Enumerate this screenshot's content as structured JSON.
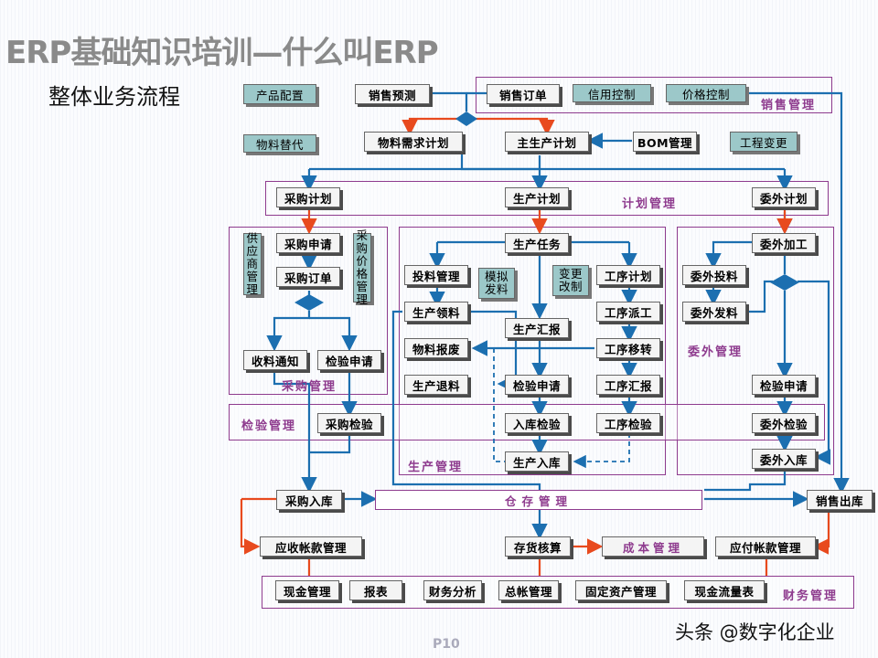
{
  "title": "ERP基础知识培训—什么叫ERP",
  "subtitle": "整体业务流程",
  "page_number": "P10",
  "watermark": "头条 @数字化企业",
  "sections": {
    "sales": "销售管理",
    "plan": "计划管理",
    "purchase": "采购管理",
    "inspect": "检验管理",
    "production": "生产管理",
    "outsource": "委外管理",
    "warehouse": "仓存管理",
    "finance": "财务管理",
    "cost": "成本管理"
  },
  "nodes": {
    "product_config": "产品配置",
    "sales_forecast": "销售预测",
    "sales_order": "销售订单",
    "credit_control": "信用控制",
    "price_control": "价格控制",
    "material_sub": "物料替代",
    "mrp": "物料需求计划",
    "mps": "主生产计划",
    "bom": "BOM管理",
    "eng_change": "工程变更",
    "purchase_plan": "采购计划",
    "production_plan": "生产计划",
    "outsource_plan": "委外计划",
    "supplier_mgmt": "供应商管理",
    "purchase_request": "采购申请",
    "purchase_order": "采购订单",
    "purchase_price": "采购价格管理",
    "receipt_notice": "收料通知",
    "inspect_request_p": "检验申请",
    "production_task": "生产任务",
    "feeding_mgmt": "投料管理",
    "sim_issue": "模拟发料",
    "change_revise": "变更改制",
    "process_plan": "工序计划",
    "prod_picking": "生产领料",
    "prod_report": "生产汇报",
    "process_dispatch": "工序派工",
    "material_scrap": "物料报废",
    "process_transfer": "工序移转",
    "prod_return": "生产退料",
    "inspect_request_m": "检验申请",
    "process_report": "工序汇报",
    "in_inspect": "入库检验",
    "process_inspect": "工序检验",
    "prod_in": "生产入库",
    "out_process": "委外加工",
    "out_feeding": "委外投料",
    "out_issue": "委外发料",
    "inspect_request_o": "检验申请",
    "out_inspect": "委外检验",
    "out_in": "委外入库",
    "purchase_inspect": "采购检验",
    "purchase_in": "采购入库",
    "sales_out": "销售出库",
    "ar_mgmt": "应收帐款管理",
    "inventory_acct": "存货核算",
    "ap_mgmt": "应付帐款管理",
    "cash_mgmt": "现金管理",
    "reports": "报表",
    "fin_analysis": "财务分析",
    "gl_mgmt": "总帐管理",
    "fixed_assets": "固定资产管理",
    "cash_flow": "现金流量表"
  }
}
